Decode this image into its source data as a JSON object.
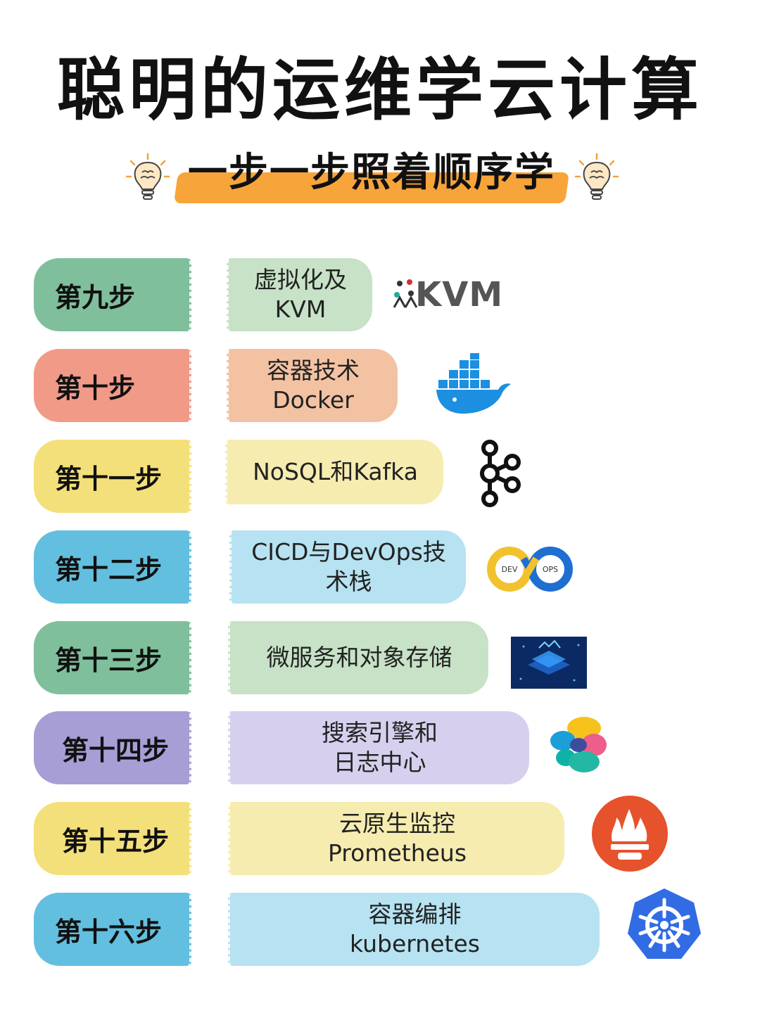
{
  "title": "聪明的运维学云计算",
  "subtitle": "一步一步照着顺序学",
  "icons": {
    "header_decor": "lightbulb-brain-icon"
  },
  "colors": {
    "accent": "#f7a43a",
    "green": "#7fbf9c",
    "salmon": "#f29a88",
    "yellow": "#f4e07a",
    "blue": "#63bfe0",
    "purple": "#a79ed6"
  },
  "steps": [
    {
      "label": "第九步",
      "topic_line1": "虚拟化及",
      "topic_line2": "KVM",
      "logo_text": "KVM",
      "logo": "kvm-logo"
    },
    {
      "label": "第十步",
      "topic_line1": "容器技术",
      "topic_line2": "Docker",
      "logo": "docker-whale-icon"
    },
    {
      "label": "第十一步",
      "topic_line1": "NoSQL和Kafka",
      "topic_line2": "",
      "logo": "kafka-icon"
    },
    {
      "label": "第十二步",
      "topic_line1": "CICD与DevOps技",
      "topic_line2": "术栈",
      "logo_left": "DEV",
      "logo_right": "OPS",
      "logo": "devops-infinity-icon"
    },
    {
      "label": "第十三步",
      "topic_line1": "微服务和对象存储",
      "topic_line2": "",
      "logo": "microservice-chip-image"
    },
    {
      "label": "第十四步",
      "topic_line1": "搜索引擎和",
      "topic_line2": "日志中心",
      "logo": "elastic-icon"
    },
    {
      "label": "第十五步",
      "topic_line1": "云原生监控",
      "topic_line2": "Prometheus",
      "logo": "prometheus-icon"
    },
    {
      "label": "第十六步",
      "topic_line1": "容器编排",
      "topic_line2": "kubernetes",
      "logo": "kubernetes-icon"
    }
  ]
}
